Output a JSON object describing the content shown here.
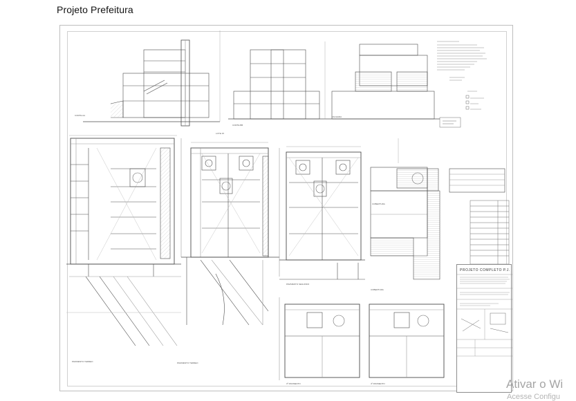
{
  "document": {
    "title": "Projeto Prefeitura"
  },
  "title_block": {
    "heading": "PROJETO COMPLETO    P.J."
  },
  "watermark": {
    "line1": "Ativar o Wi",
    "line2": "Acesse Configu"
  },
  "colors": {
    "line": "#4a4a4a",
    "light_line": "#9a9a9a",
    "watermark": "#a5a5a5"
  }
}
